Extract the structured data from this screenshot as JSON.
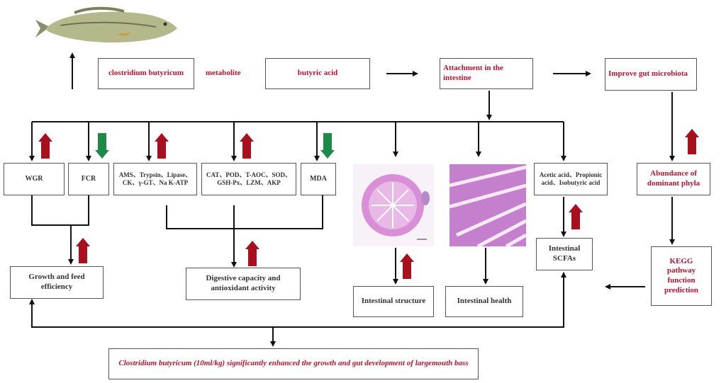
{
  "title": "Clostridium butyricum effects on largemouth bass",
  "top_row": {
    "source_box": "clostridium butyricum",
    "metabolite_label": "metabolite",
    "butyric_box": "butyric acid",
    "attachment_box": "Attachment in the intestine",
    "microbiota_box": "Improve gut microbiota"
  },
  "indicators": [
    {
      "label": "WGR",
      "trend": "up"
    },
    {
      "label": "FCR",
      "trend": "down"
    },
    {
      "label": "AMS、Trypsin、Lipase、CK、γ-GT、Na K-ATP",
      "trend": "up"
    },
    {
      "label": "CAT、POD、T-AOC、SOD、GSH-Px、LZM、AKP",
      "trend": "up"
    },
    {
      "label": "MDA",
      "trend": "down"
    }
  ],
  "scfa_box": "Acetic acid、Propionic acid、Isobutyric acid",
  "intestinal_scfa_box": "Intestinal SCFAs",
  "abundance_box": "Abundance of dominant phyla",
  "kegg_box": "KEGG pathway function prediction",
  "outcomes": {
    "growth": "Growth and feed efficiency",
    "digestive": "Digestive capacity and antioxidant activity",
    "structure": "Intestinal structure",
    "health": "Intestinal health"
  },
  "conclusion": "Clostridium butyricum (10ml/kg) significantly enhanced the growth and gut development of largemouth bass",
  "colors": {
    "up_arrow": "#a8101e",
    "down_arrow": "#1e8a4a",
    "red_text": "#c0102a",
    "line": "#111111",
    "histo_pink": "#d98fd8"
  }
}
